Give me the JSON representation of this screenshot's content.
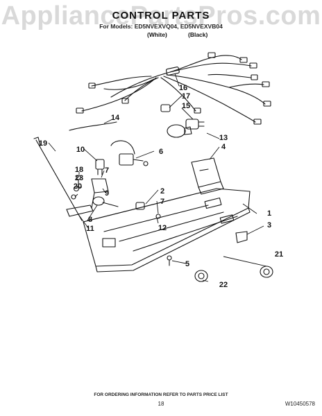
{
  "header": {
    "watermark": "AppliancePartsPros.com",
    "title": "CONTROL PARTS",
    "subtitle": "For Models: ED5NVEXVQ04, ED5NVEXVB04",
    "variant_white": "(White)",
    "variant_black": "(Black)"
  },
  "callouts": [
    {
      "id": "c1",
      "label": "1"
    },
    {
      "id": "c2",
      "label": "2"
    },
    {
      "id": "c3",
      "label": "3"
    },
    {
      "id": "c4",
      "label": "4"
    },
    {
      "id": "c5",
      "label": "5"
    },
    {
      "id": "c6",
      "label": "6"
    },
    {
      "id": "c7a",
      "label": "7"
    },
    {
      "id": "c7b",
      "label": "7"
    },
    {
      "id": "c8",
      "label": "8"
    },
    {
      "id": "c9",
      "label": "9"
    },
    {
      "id": "c10",
      "label": "10"
    },
    {
      "id": "c11",
      "label": "11"
    },
    {
      "id": "c12",
      "label": "12"
    },
    {
      "id": "c13",
      "label": "13"
    },
    {
      "id": "c14",
      "label": "14"
    },
    {
      "id": "c15",
      "label": "15"
    },
    {
      "id": "c16",
      "label": "16"
    },
    {
      "id": "c17",
      "label": "17"
    },
    {
      "id": "c18",
      "label": "18"
    },
    {
      "id": "c19",
      "label": "19"
    },
    {
      "id": "c20",
      "label": "20"
    },
    {
      "id": "c21",
      "label": "21"
    },
    {
      "id": "c22",
      "label": "22"
    },
    {
      "id": "c23",
      "label": "23"
    }
  ],
  "footer": {
    "note": "FOR ORDERING INFORMATION REFER TO PARTS PRICE LIST",
    "page_number": "18",
    "document_id": "W10450578"
  }
}
